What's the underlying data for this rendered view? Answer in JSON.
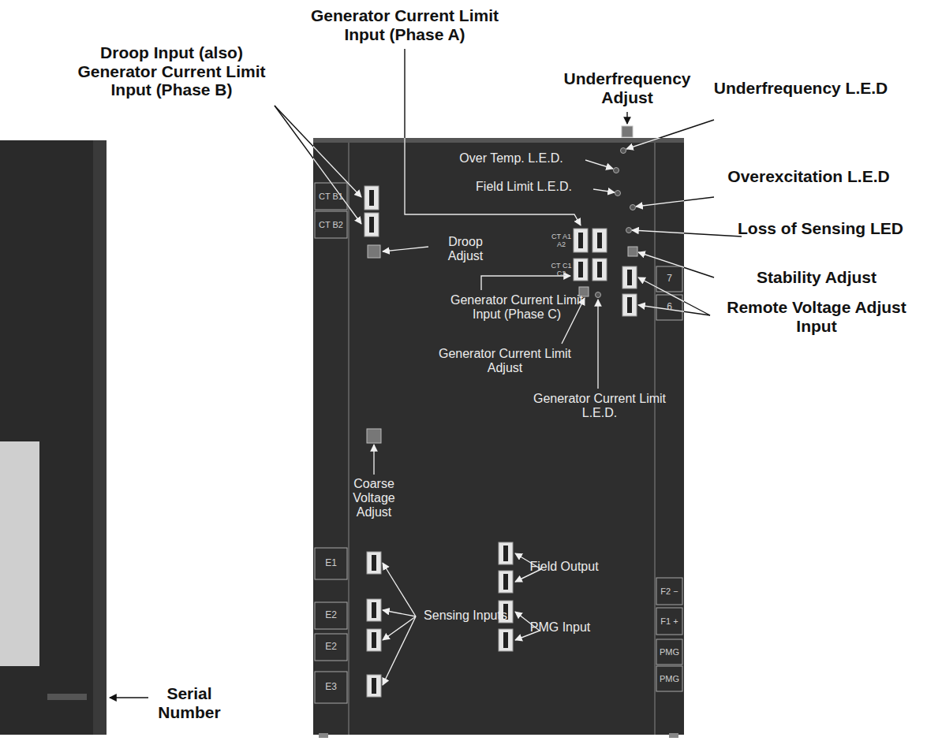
{
  "diagram": {
    "labels": [
      "Generator Current Limit Input (Phase A)",
      "Droop Input (also) Generator Current Limit Input (Phase B)",
      "Underfrequency Adjust",
      "Underfrequency L.E.D",
      "Over Temp. L.E.D.",
      "Overexcitation L.E.D",
      "Field Limit L.E.D.",
      "Loss of Sensing LED",
      "Droop Adjust",
      "Stability Adjust",
      "Remote Voltage Adjust Input",
      "Generator Current Limit Input (Phase C)",
      "Generator Current Limit Adjust",
      "Generator Current Limit L.E.D.",
      "Coarse Voltage Adjust",
      "Field Output",
      "Sensing Inputs",
      "PMG Input",
      "Serial Number",
      "CT B1",
      "CT B2",
      "CT A1 A2",
      "CT C1 C2",
      "7",
      "6",
      "E1",
      "E2",
      "E2",
      "E3",
      "F2 −",
      "F1 +",
      "PMG",
      "PMG"
    ]
  }
}
